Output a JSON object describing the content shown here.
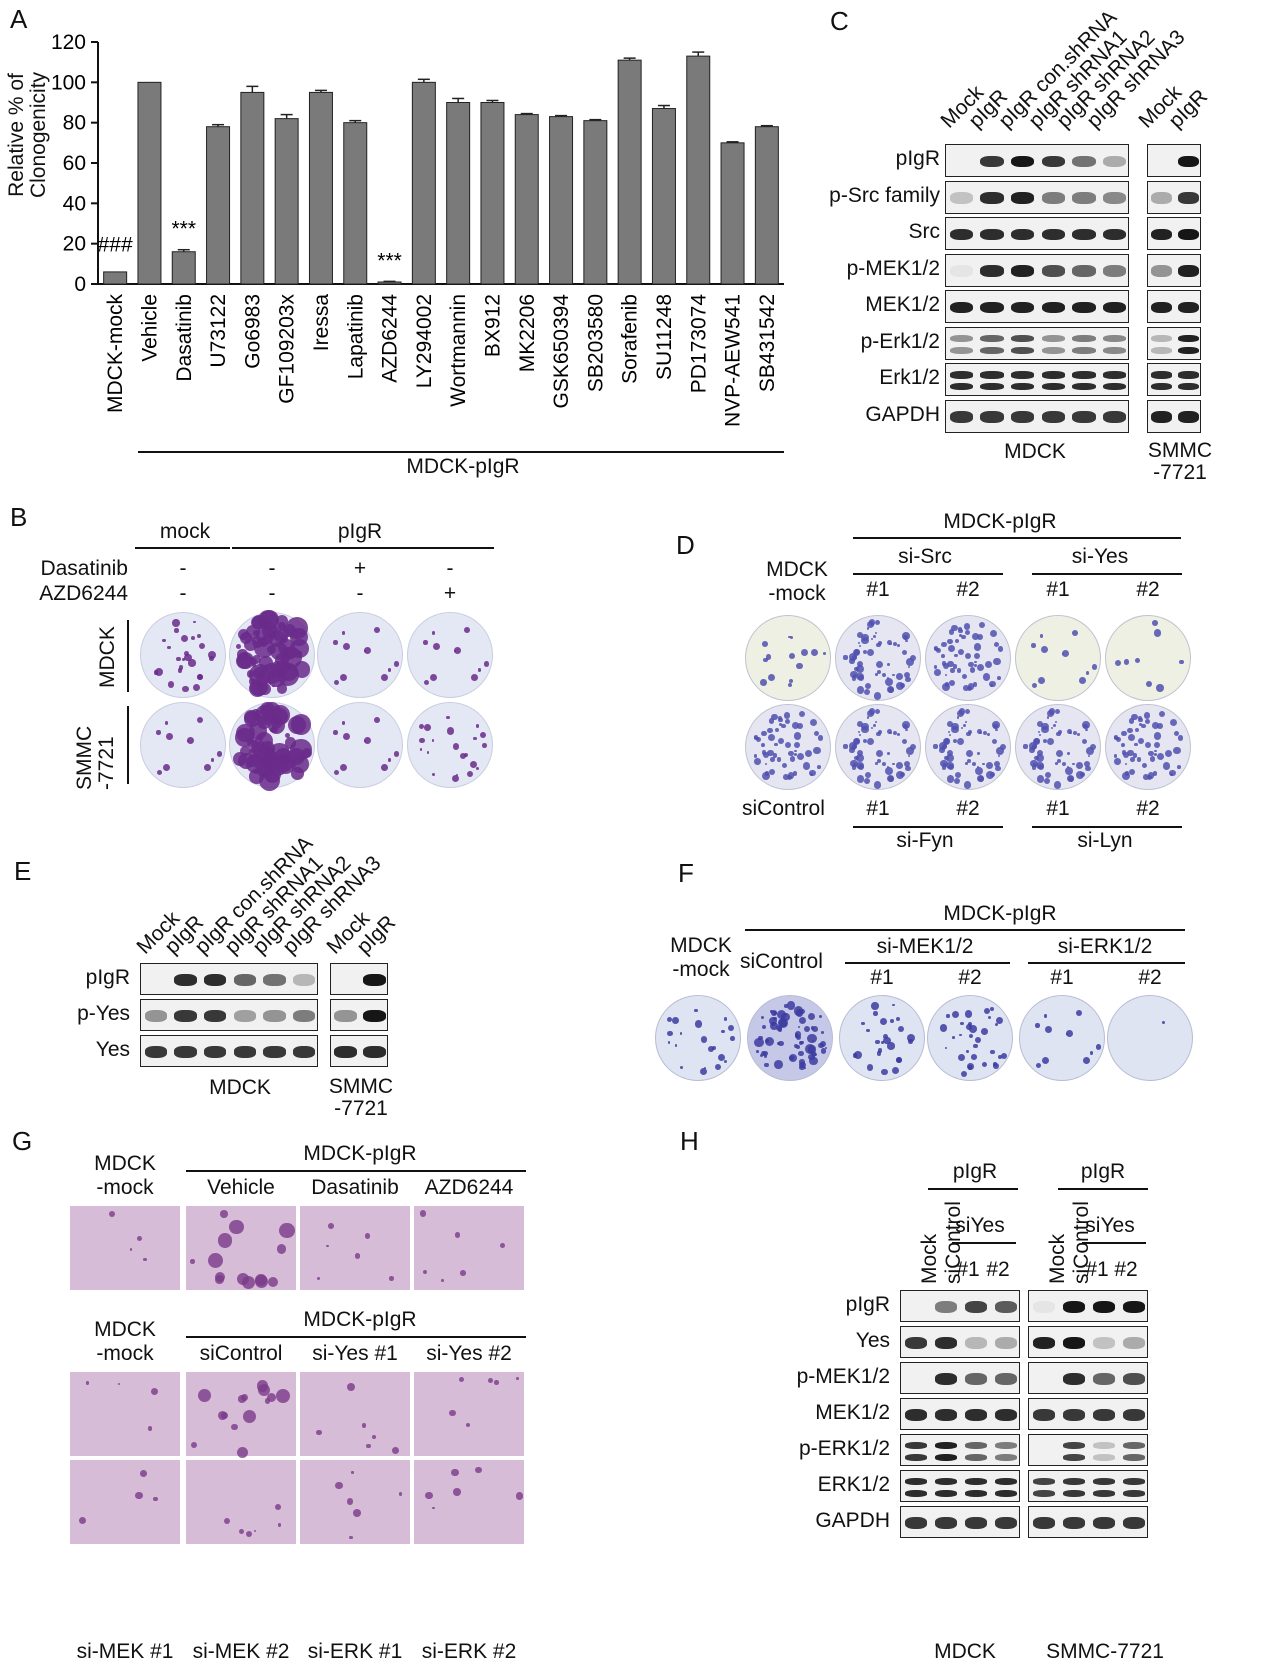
{
  "panels": {
    "A": "A",
    "B": "B",
    "C": "C",
    "D": "D",
    "E": "E",
    "F": "F",
    "G": "G",
    "H": "H"
  },
  "chart_data": {
    "type": "bar",
    "ylabel": "Relative % of Clonogenicity",
    "ylim": [
      0,
      120
    ],
    "yticks": [
      "0",
      "20",
      "40",
      "60",
      "80",
      "100",
      "120"
    ],
    "categories": [
      "MDCK-mock",
      "Vehicle",
      "Dasatinib",
      "U73122",
      "Go6983",
      "GF109203x",
      "Iressa",
      "Lapatinib",
      "AZD6244",
      "LY294002",
      "Wortmannin",
      "BX912",
      "MK2206",
      "GSK650394",
      "SB203580",
      "Sorafenib",
      "SU11248",
      "PD173074",
      "NVP-AEW541",
      "SB431542"
    ],
    "values": [
      6,
      100,
      16,
      78,
      95,
      82,
      95,
      80,
      1,
      100,
      90,
      90,
      84,
      83,
      81,
      111,
      87,
      113,
      70,
      78
    ],
    "errors": [
      0,
      0,
      1,
      1,
      3,
      2,
      1,
      1,
      0.3,
      1.5,
      2,
      1,
      0.5,
      0.5,
      0.5,
      1,
      1.5,
      2,
      0.5,
      0.5
    ],
    "annotations": {
      "mock": "###",
      "dasatinib": "***",
      "azd": "***"
    },
    "group_label": "MDCK-pIgR",
    "bar_color": "#7a7a7a"
  },
  "panelC": {
    "lanes_mdck": [
      "Mock",
      "pIgR",
      "pIgR con.shRNA",
      "pIgR shRNA1",
      "pIgR shRNA2",
      "pIgR shRNA3"
    ],
    "lanes_smmc": [
      "Mock",
      "pIgR"
    ],
    "rows": [
      "pIgR",
      "p-Src family",
      "Src",
      "p-MEK1/2",
      "MEK1/2",
      "p-Erk1/2",
      "Erk1/2",
      "GAPDH"
    ],
    "cell1": "MDCK",
    "cell2a": "SMMC",
    "cell2b": "-7721"
  },
  "panelB": {
    "mock": "mock",
    "pigr": "pIgR",
    "row1": "Dasatinib",
    "row2": "AZD6244",
    "row1_vals": [
      "-",
      "-",
      "+",
      "-"
    ],
    "row2_vals": [
      "-",
      "-",
      "-",
      "+"
    ],
    "cell1": "MDCK",
    "cell2a": "SMMC",
    "cell2b": "-7721"
  },
  "panelD": {
    "top": "MDCK-pIgR",
    "mock_a": "MDCK",
    "mock_b": "-mock",
    "si_src": "si-Src",
    "si_yes": "si-Yes",
    "n1": "#1",
    "n2": "#2",
    "sicontrol": "siControl",
    "si_fyn": "si-Fyn",
    "si_lyn": "si-Lyn"
  },
  "panelE": {
    "lanes_mdck": [
      "Mock",
      "pIgR",
      "pIgR con.shRNA",
      "pIgR shRNA1",
      "pIgR shRNA2",
      "pIgR shRNA3"
    ],
    "lanes_smmc": [
      "Mock",
      "pIgR"
    ],
    "rows": [
      "pIgR",
      "p-Yes",
      "Yes"
    ],
    "cell1": "MDCK",
    "cell2a": "SMMC",
    "cell2b": "-7721"
  },
  "panelF": {
    "top": "MDCK-pIgR",
    "mock_a": "MDCK",
    "mock_b": "-mock",
    "sicontrol": "siControl",
    "si_mek": "si-MEK1/2",
    "si_erk": "si-ERK1/2",
    "n1": "#1",
    "n2": "#2"
  },
  "panelG": {
    "mock_a": "MDCK",
    "mock_b": "-mock",
    "top": "MDCK-pIgR",
    "row1": [
      "Vehicle",
      "Dasatinib",
      "AZD6244"
    ],
    "row2": [
      "siControl",
      "si-Yes #1",
      "si-Yes #2"
    ],
    "bottom": [
      "si-MEK #1",
      "si-MEK #2",
      "si-ERK #1",
      "si-ERK #2"
    ]
  },
  "panelH": {
    "pigr": "pIgR",
    "siyes": "siYes",
    "lanes": [
      "Mock",
      "siControl"
    ],
    "n1": "#1",
    "n2": "#2",
    "rows": [
      "pIgR",
      "Yes",
      "p-MEK1/2",
      "MEK1/2",
      "p-ERK1/2",
      "ERK1/2",
      "GAPDH"
    ],
    "cell1": "MDCK",
    "cell2": "SMMC-7721"
  }
}
